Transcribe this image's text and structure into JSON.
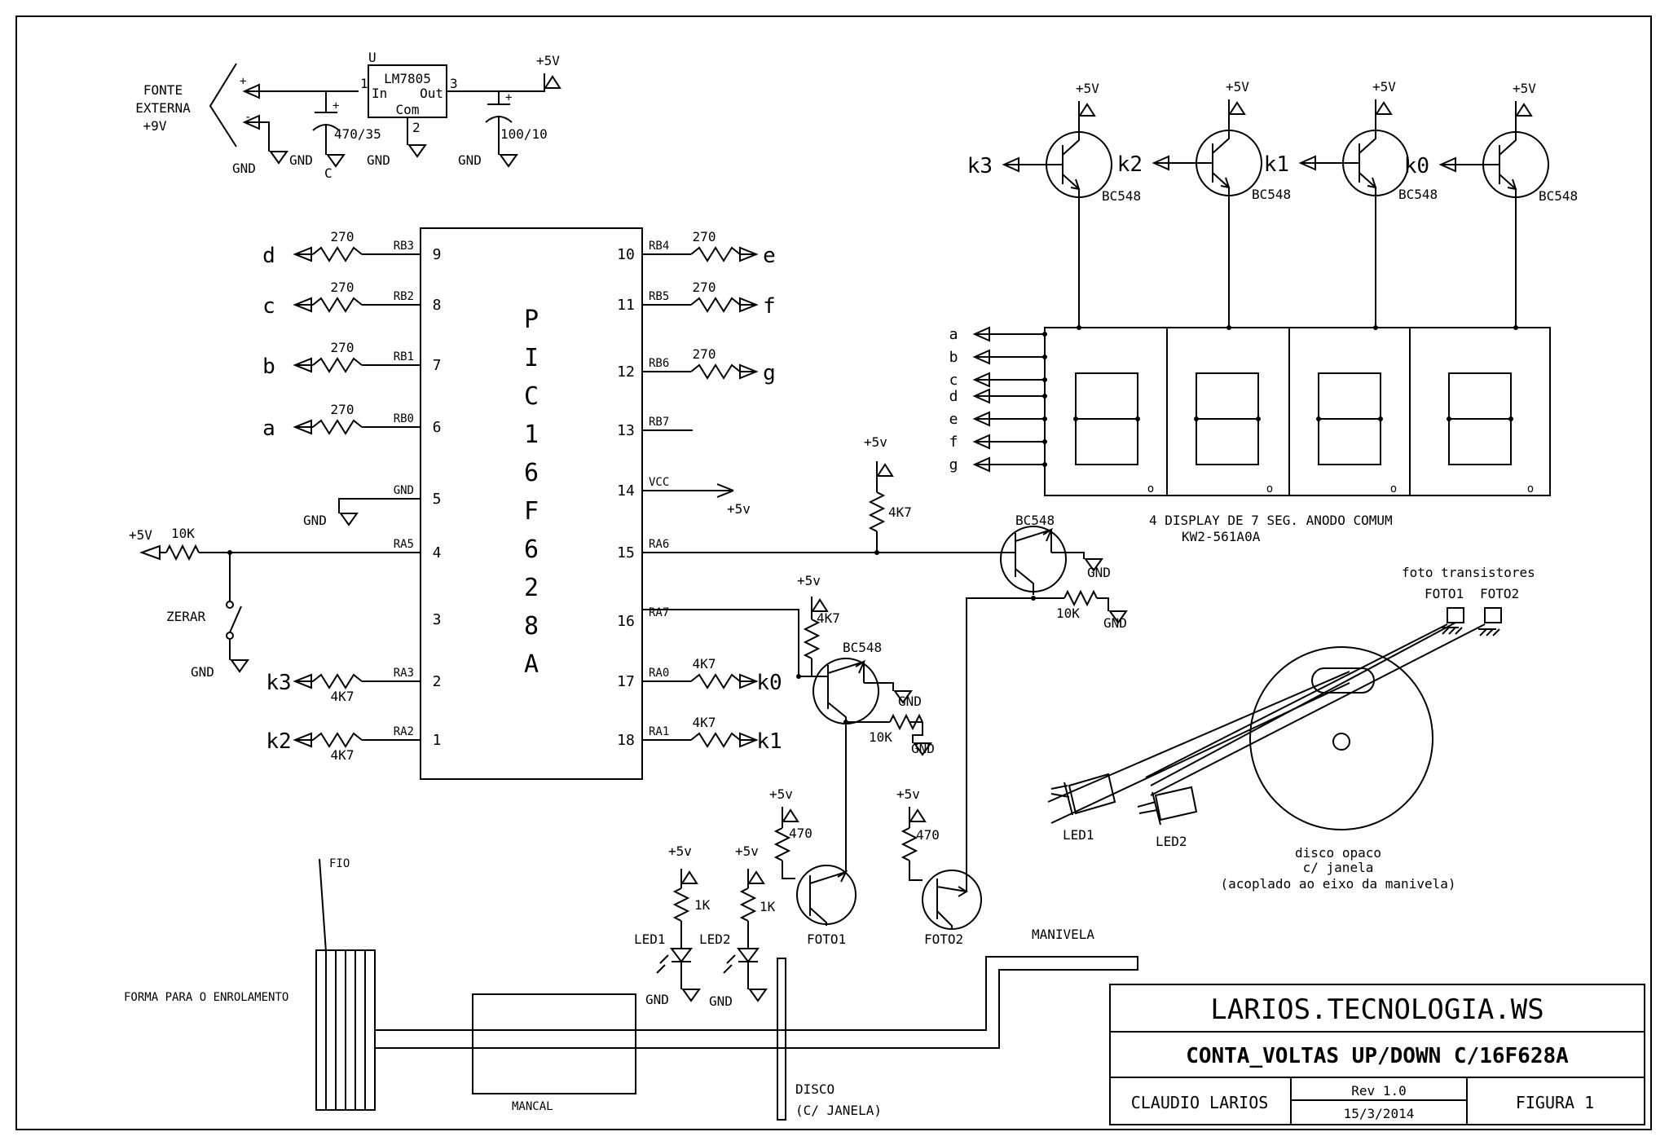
{
  "power": {
    "fonte": [
      "FONTE",
      "EXTERNA",
      "+9V"
    ],
    "regulator": "LM7805",
    "reg_u": "U",
    "reg_in": "In",
    "reg_out": "Out",
    "reg_com": "Com",
    "pin1": "1",
    "pin2": "2",
    "pin3": "3",
    "cap1": "470/35",
    "cap1_ref": "C",
    "cap2": "100/10",
    "plus": "+",
    "minus": "-",
    "vcc": "+5V",
    "gnd": "GND"
  },
  "mcu": {
    "name_chars": [
      "P",
      "I",
      "C",
      "1",
      "6",
      "F",
      "6",
      "2",
      "8",
      "A"
    ],
    "left_pins": [
      {
        "num": "9",
        "port": "RB3",
        "res": "270",
        "sig": "d"
      },
      {
        "num": "8",
        "port": "RB2",
        "res": "270",
        "sig": "c"
      },
      {
        "num": "7",
        "port": "RB1",
        "res": "270",
        "sig": "b"
      },
      {
        "num": "6",
        "port": "RB0",
        "res": "270",
        "sig": "a"
      },
      {
        "num": "5",
        "port": "GND"
      },
      {
        "num": "4",
        "port": "RA5"
      },
      {
        "num": "3"
      },
      {
        "num": "2",
        "port": "RA3",
        "res": "4K7",
        "sig": "k3"
      },
      {
        "num": "1",
        "port": "RA2",
        "res": "4K7",
        "sig": "k2"
      }
    ],
    "right_pins": [
      {
        "num": "10",
        "port": "RB4",
        "res": "270",
        "sig": "e"
      },
      {
        "num": "11",
        "port": "RB5",
        "res": "270",
        "sig": "f"
      },
      {
        "num": "12",
        "port": "RB6",
        "res": "270",
        "sig": "g"
      },
      {
        "num": "13",
        "port": "RB7"
      },
      {
        "num": "14",
        "port": "VCC"
      },
      {
        "num": "15",
        "port": "RA6"
      },
      {
        "num": "16",
        "port": "RA7"
      },
      {
        "num": "17",
        "port": "RA0",
        "res": "4K7",
        "sig": "k0"
      },
      {
        "num": "18",
        "port": "RA1",
        "res": "4K7",
        "sig": "k1"
      }
    ],
    "vcc_label": "+5v",
    "gnd_label": "GND",
    "ra5_vcc": "+5V",
    "ra5_res": "10K",
    "switch_label": "ZERAR",
    "switch_gnd": "GND"
  },
  "drivers": [
    {
      "label": "k3",
      "vcc": "+5V",
      "part": "BC548"
    },
    {
      "label": "k2",
      "vcc": "+5V",
      "part": "BC548"
    },
    {
      "label": "k1",
      "vcc": "+5V",
      "part": "BC548"
    },
    {
      "label": "k0",
      "vcc": "+5V",
      "part": "BC548"
    }
  ],
  "display": {
    "segments": [
      "a",
      "b",
      "c",
      "d",
      "e",
      "f",
      "g"
    ],
    "dot": "o",
    "caption": "4 DISPLAY DE 7 SEG. ANODO COMUM",
    "model": "KW2-561A0A"
  },
  "sensors": {
    "pullup_vcc": "+5v",
    "pullup_res": "4K7",
    "part": "BC548",
    "gnd": "GND",
    "emitter_res": "10K",
    "foto1_res": "470",
    "foto2_res": "470",
    "foto1": "FOTO1",
    "foto2": "FOTO2",
    "led_res": "1K",
    "led1": "LED1",
    "led2": "LED2"
  },
  "mechanics": {
    "foto_caption": "foto transistores",
    "foto1": "FOTO1",
    "foto2": "FOTO2",
    "led1": "LED1",
    "led2": "LED2",
    "disc_caption": [
      "disco opaco",
      "c/ janela",
      "(acoplado ao eixo da manivela)"
    ],
    "fio": "FIO",
    "forma": "FORMA PARA O ENROLAMENTO",
    "mancal": "MANCAL",
    "disco": [
      "DISCO",
      "(C/ JANELA)"
    ],
    "manivela": "MANIVELA"
  },
  "title_block": {
    "site": "LARIOS.TECNOLOGIA.WS",
    "title": "CONTA_VOLTAS UP/DOWN C/16F628A",
    "author": "CLAUDIO LARIOS",
    "rev": "Rev 1.0",
    "date": "15/3/2014",
    "figure": "FIGURA 1"
  }
}
